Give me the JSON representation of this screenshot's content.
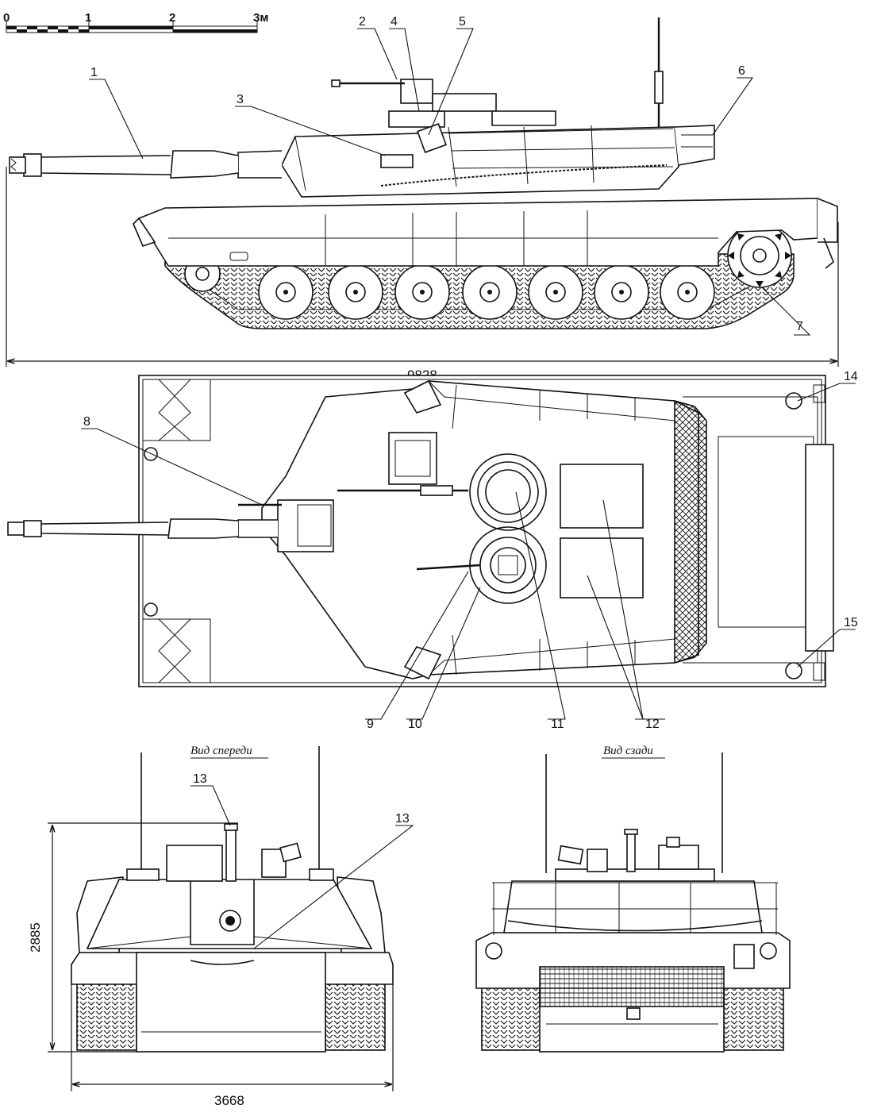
{
  "scale": {
    "labels": [
      "0",
      "1",
      "2",
      "3м"
    ]
  },
  "dimensions": {
    "length": "9828",
    "height": "2885",
    "width": "3668"
  },
  "views": {
    "front_caption": "Вид спереди",
    "rear_caption": "Вид сзади"
  },
  "callouts": [
    "1",
    "2",
    "3",
    "4",
    "5",
    "6",
    "7",
    "8",
    "9",
    "10",
    "11",
    "12",
    "13",
    "13",
    "14",
    "15"
  ],
  "colors": {
    "ink": "#111111",
    "paper": "#ffffff"
  }
}
